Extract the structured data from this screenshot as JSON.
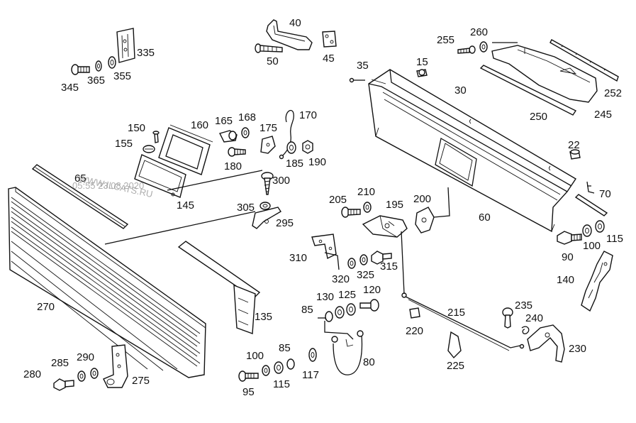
{
  "watermark": {
    "site": "WWW.ILCATS.RU",
    "stamp": "05:55 23.08.2020"
  },
  "callouts": [
    "335",
    "345",
    "365",
    "355",
    "40",
    "50",
    "45",
    "35",
    "15",
    "255",
    "260",
    "30",
    "252",
    "245",
    "250",
    "150",
    "160",
    "165",
    "168",
    "170",
    "155",
    "175",
    "180",
    "185",
    "190",
    "300",
    "65",
    "145",
    "305",
    "295",
    "22",
    "70",
    "205",
    "210",
    "195",
    "200",
    "60",
    "90",
    "100",
    "115",
    "310",
    "320",
    "325",
    "315",
    "140",
    "270",
    "135",
    "85",
    "130",
    "125",
    "120",
    "235",
    "240",
    "215",
    "220",
    "230",
    "225",
    "280",
    "285",
    "290",
    "275",
    "100",
    "85",
    "95",
    "115",
    "117",
    "80"
  ]
}
